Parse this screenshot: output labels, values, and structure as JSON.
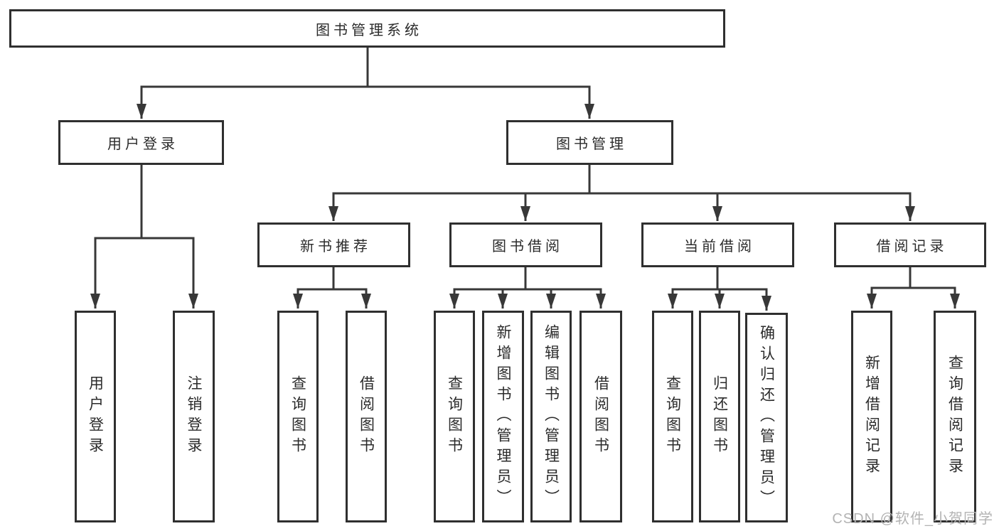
{
  "tree": {
    "label": "图书管理系统",
    "children": [
      {
        "label": "用户登录",
        "children": [
          {
            "label": "用户登录"
          },
          {
            "label": "注销登录"
          }
        ]
      },
      {
        "label": "图书管理",
        "children": [
          {
            "label": "新书推荐",
            "children": [
              {
                "label": "查询图书"
              },
              {
                "label": "借阅图书"
              }
            ]
          },
          {
            "label": "图书借阅",
            "children": [
              {
                "label": "查询图书"
              },
              {
                "label": "新增图书（管理员）"
              },
              {
                "label": "编辑图书（管理员）"
              },
              {
                "label": "借阅图书"
              }
            ]
          },
          {
            "label": "当前借阅",
            "children": [
              {
                "label": "查询图书"
              },
              {
                "label": "归还图书"
              },
              {
                "label": "确认归还（管理员）"
              }
            ]
          },
          {
            "label": "借阅记录",
            "children": [
              {
                "label": "新增借阅记录"
              },
              {
                "label": "查询借阅记录"
              }
            ]
          }
        ]
      }
    ]
  },
  "watermark": {
    "text": "CSDN @软件_小贺同学"
  },
  "colors": {
    "box_border": "#2f2f2f",
    "connector_line": "#383838",
    "text": "#2b2b2b",
    "watermark_text": "#b3b3b3",
    "background": "#ffffff"
  }
}
